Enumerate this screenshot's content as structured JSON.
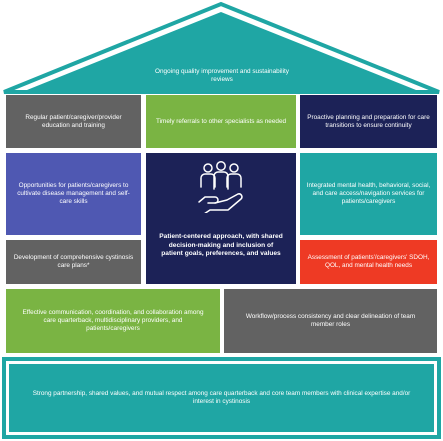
{
  "colors": {
    "teal": "#1fa6a4",
    "gray": "#626262",
    "green": "#7ab443",
    "navy": "#1c2257",
    "blue": "#4f58b2",
    "orange": "#ee3a24",
    "frame": "#1fa6a4"
  },
  "roof": {
    "text": "Ongoing quality improvement and sustainability reviews"
  },
  "row1": {
    "left": "Regular patient/caregiver/provider education and training",
    "center": "Timely referrals to other specialists as needed",
    "right": "Proactive planning and preparation for care transitions to ensure continuity"
  },
  "row2": {
    "left": "Opportunities for patients/caregivers to cultivate disease management and self-care skills",
    "right": "Integrated mental health, behavioral, social, and care access/navigation services for patients/caregivers"
  },
  "center_block": {
    "icon": "people-in-hand-icon",
    "text": "Patient-centered approach, with shared decision-making and inclusion of patient goals, preferences, and values"
  },
  "row3": {
    "left": "Development of comprehensive cystinosis care plans*",
    "right": "Assessment of patients'/caregivers' SDOH, QOL, and mental health needs"
  },
  "row4": {
    "left": "Effective communication, coordination, and collaboration among care quarterback, multidisciplinary providers, and patients/caregivers",
    "right": "Workflow/process consistency and clear delineation of team member roles"
  },
  "foundation": {
    "text": "Strong partnership, shared values, and mutual respect among care quarterback and core team members with clinical expertise and/or interest in cystinosis"
  }
}
